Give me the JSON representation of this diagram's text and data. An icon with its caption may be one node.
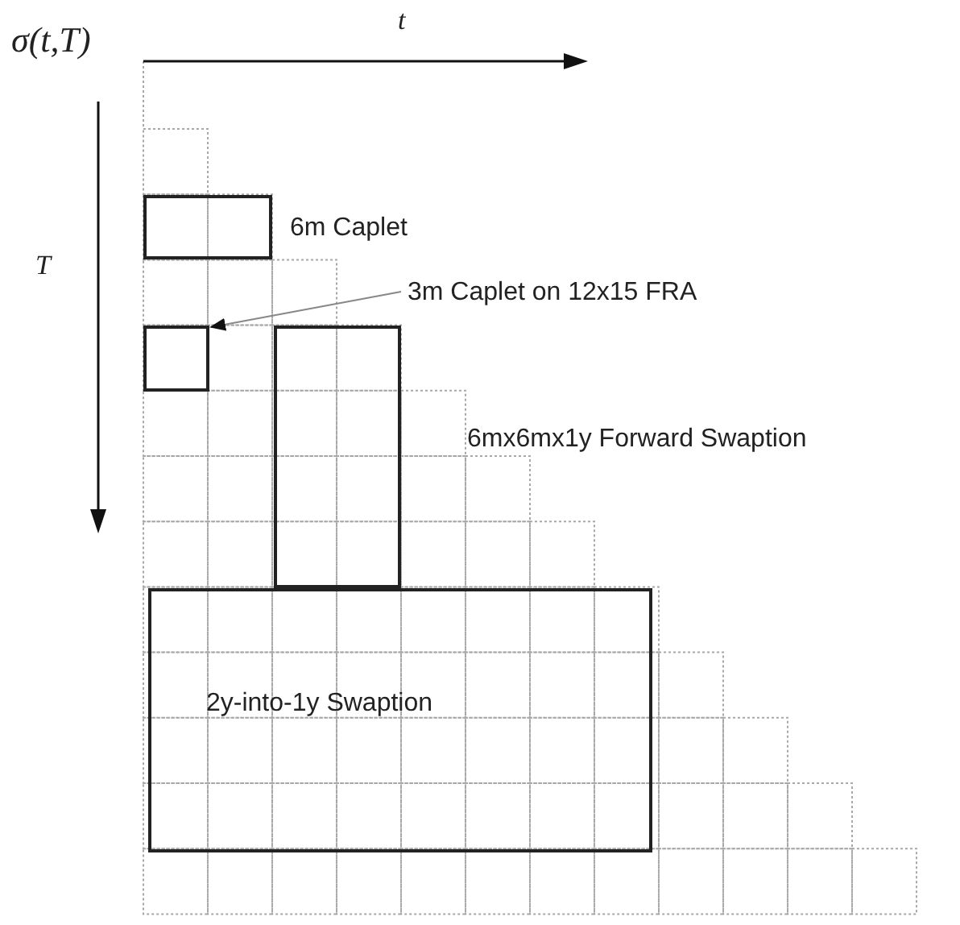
{
  "diagram": {
    "nodes": [
      {
        "text": [
          "6m Caplet"
        ]
      },
      {
        "text": [
          "3m Caplet on 12x15 FRA"
        ]
      },
      {
        "text": [],
        "shape": "box"
      },
      {
        "text": [
          "6mx6mx1y Forward Swaption"
        ]
      },
      {
        "text": [
          "2y-into-1y Swaption"
        ]
      }
    ],
    "edges": [
      {
        "from": 1,
        "to": 2,
        "arrow": "to",
        "color": "#888888"
      }
    ],
    "labels": [
      "σ(t,T)",
      "t",
      "T"
    ]
  }
}
